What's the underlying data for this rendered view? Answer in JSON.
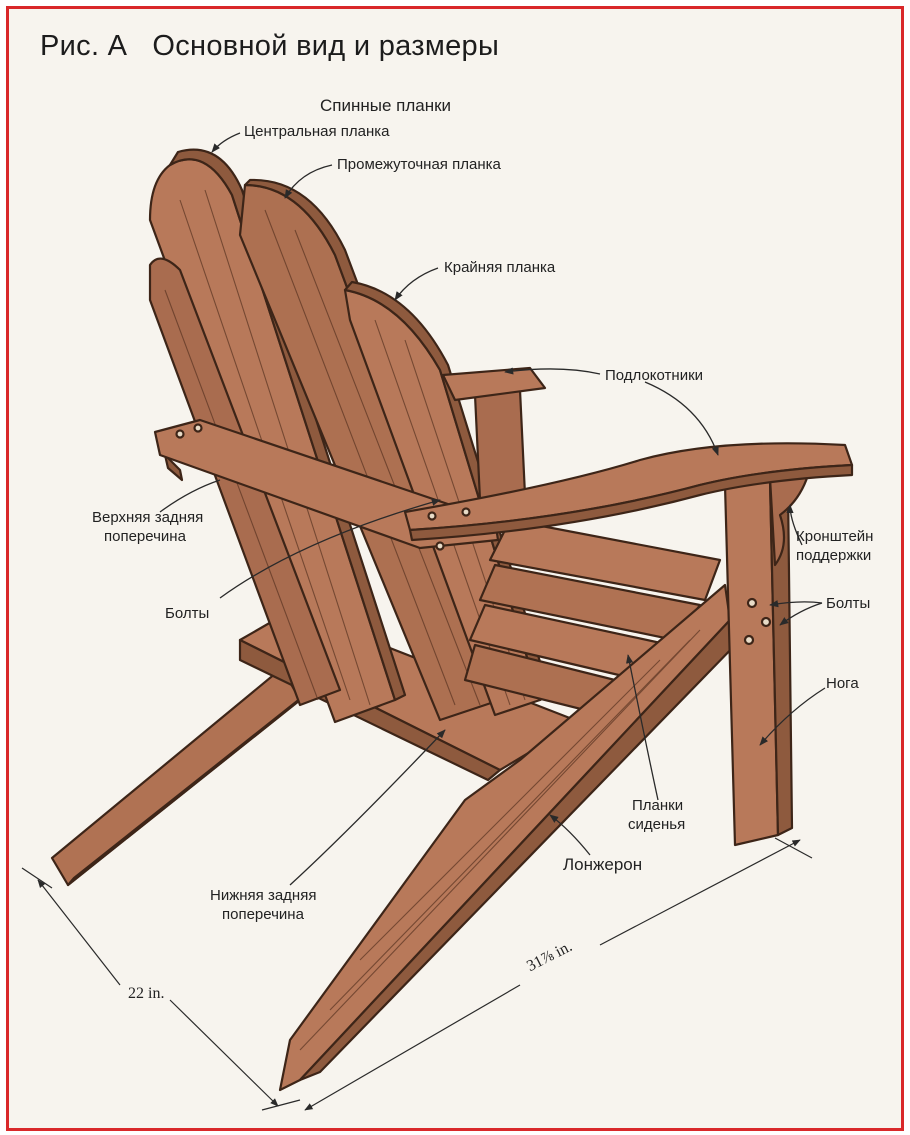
{
  "figure": {
    "title": "Рис. А   Основной вид и размеры",
    "colors": {
      "frame": "#d9282a",
      "background": "#f7f4ee",
      "wood_light": "#b8795a",
      "wood_mid": "#a96c4f",
      "wood_dark": "#8e5a3e",
      "outline": "#3d2518"
    }
  },
  "labels": {
    "back_slats": "Спинные планки",
    "central_slat": "Центральная планка",
    "intermediate_slat": "Промежуточная планка",
    "outer_slat": "Крайняя планка",
    "armrests": "Подлокотники",
    "upper_back_rail_1": "Верхняя задняя",
    "upper_back_rail_2": "поперечина",
    "bolts_left": "Болты",
    "support_bracket_1": "Кронштейн",
    "support_bracket_2": "поддержки",
    "bolts_right": "Болты",
    "leg": "Нога",
    "seat_slats_1": "Планки",
    "seat_slats_2": "сиденья",
    "stringer": "Лонжерон",
    "lower_back_rail_1": "Нижняя задняя",
    "lower_back_rail_2": "поперечина"
  },
  "dimensions": {
    "width": "22 in.",
    "depth": "31⅞ in."
  }
}
